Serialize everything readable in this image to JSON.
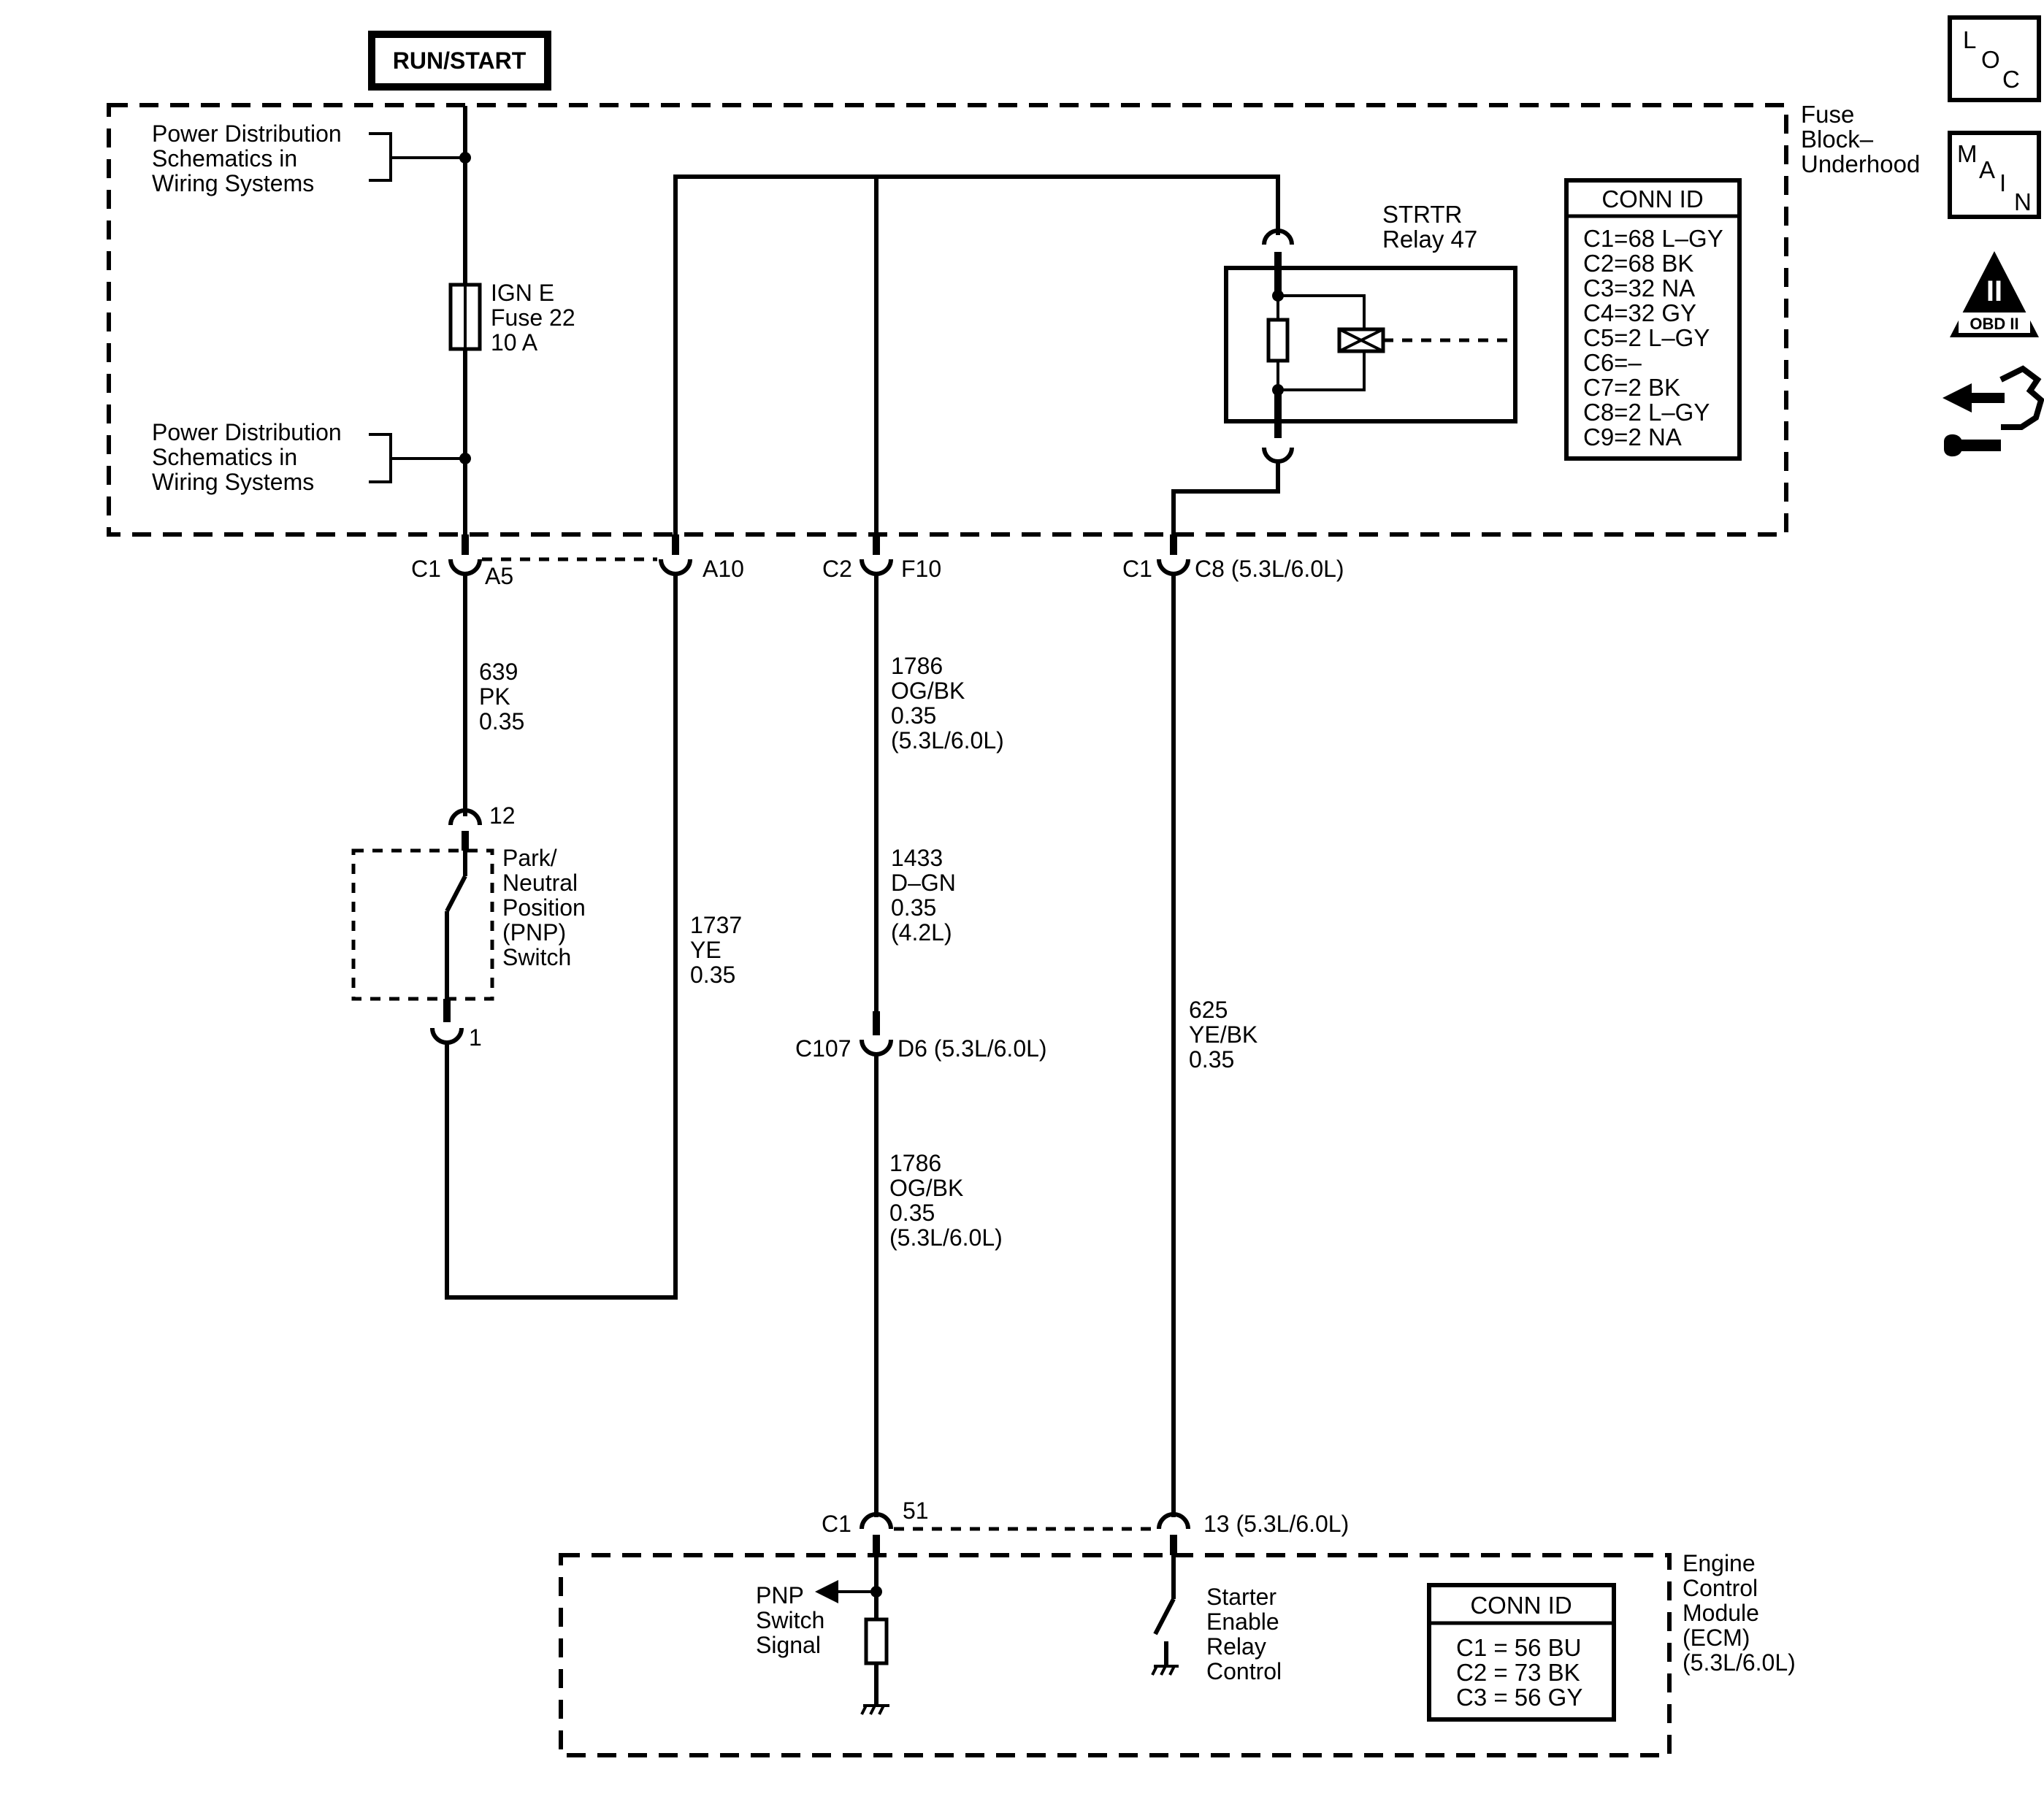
{
  "header": {
    "power_label": "RUN/START"
  },
  "fuse_block": {
    "name_lines": [
      "Fuse",
      "Block–",
      "Underhood"
    ],
    "power_dist_top": [
      "Power Distribution",
      "Schematics in",
      "Wiring Systems"
    ],
    "power_dist_bottom": [
      "Power Distribution",
      "Schematics in",
      "Wiring Systems"
    ],
    "fuse_lines": [
      "IGN E",
      "Fuse 22",
      "10 A"
    ],
    "relay_lines": [
      "STRTR",
      "Relay 47"
    ],
    "conn_id": {
      "title": "CONN ID",
      "rows": [
        "C1=68 L–GY",
        "C2=68 BK",
        "C3=32 NA",
        "C4=32 GY",
        "C5=2 L–GY",
        "C6=–",
        "C7=2 BK",
        "C8=2 L–GY",
        "C9=2 NA"
      ]
    }
  },
  "connectors": {
    "c1_a5": {
      "conn": "C1",
      "pin": "A5"
    },
    "a10": {
      "pin": "A10"
    },
    "c2_f10": {
      "conn": "C2",
      "pin": "F10"
    },
    "c1_c8": {
      "conn": "C1",
      "pin": "C8 (5.3L/6.0L)"
    },
    "pnp_pin_12": "12",
    "pnp_pin_1": "1",
    "c107_d6": {
      "conn": "C107",
      "pin": "D6 (5.3L/6.0L)"
    },
    "ecm_c1_51": {
      "conn": "C1",
      "pin": "51"
    },
    "ecm_13": {
      "pin": "13 (5.3L/6.0L)"
    }
  },
  "wires": {
    "w639": [
      "639",
      "PK",
      "0.35"
    ],
    "w1737": [
      "1737",
      "YE",
      "0.35"
    ],
    "w1786_top": [
      "1786",
      "OG/BK",
      "0.35",
      "(5.3L/6.0L)"
    ],
    "w1433": [
      "1433",
      "D–GN",
      "0.35",
      "(4.2L)"
    ],
    "w1786_bottom": [
      "1786",
      "OG/BK",
      "0.35",
      "(5.3L/6.0L)"
    ],
    "w625": [
      "625",
      "YE/BK",
      "0.35"
    ]
  },
  "pnp_switch": {
    "name_lines": [
      "Park/",
      "Neutral",
      "Position",
      "(PNP)",
      "Switch"
    ]
  },
  "ecm": {
    "name_lines": [
      "Engine",
      "Control",
      "Module",
      "(ECM)",
      "(5.3L/6.0L)"
    ],
    "pnp_signal_lines": [
      "PNP",
      "Switch",
      "Signal"
    ],
    "starter_lines": [
      "Starter",
      "Enable",
      "Relay",
      "Control"
    ],
    "conn_id": {
      "title": "CONN ID",
      "rows": [
        "C1 = 56 BU",
        "C2 = 73 BK",
        "C3 = 56 GY"
      ]
    }
  },
  "side_icons": {
    "loc": {
      "letters": [
        "L",
        "O",
        "C"
      ],
      "icon": "loc-icon"
    },
    "main": {
      "letters": [
        "M",
        "A",
        "I",
        "N"
      ],
      "icon": "main-icon"
    },
    "obd": {
      "numeral": "II",
      "text": "OBD II",
      "icon": "obd-ii-icon"
    },
    "diag": {
      "icon": "diagnostic-hand-wrench-icon"
    }
  }
}
